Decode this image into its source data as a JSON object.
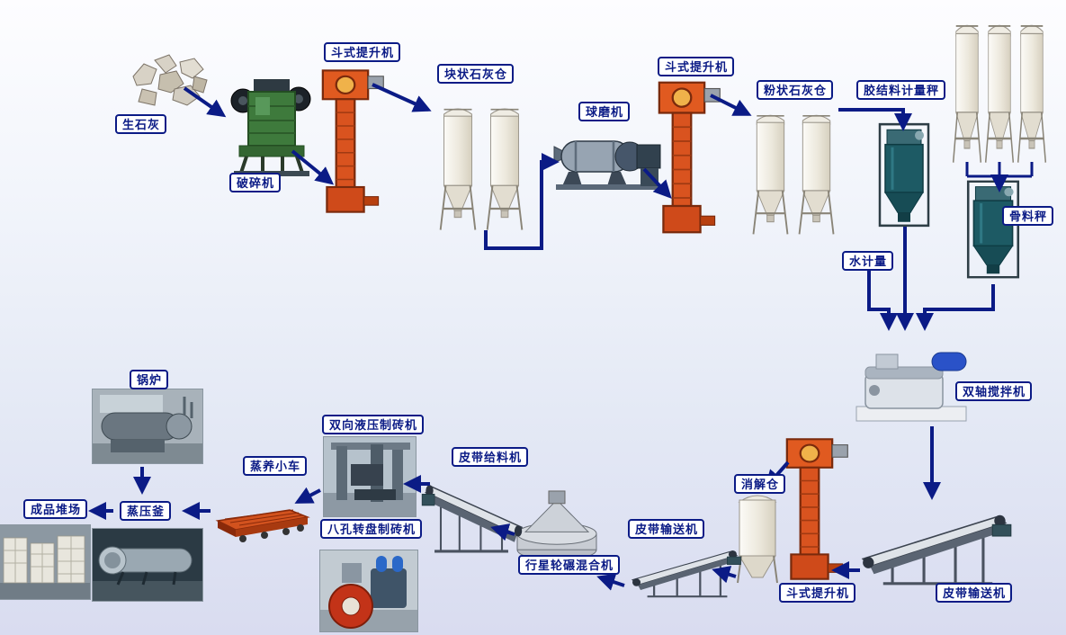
{
  "colors": {
    "arrow-color": "#0b1b86",
    "label-border": "#0b1b86",
    "label-text": "#0b1b86",
    "label-bg": "#ffffff"
  },
  "labels": {
    "quicklime": "生石灰",
    "crusher": "破碎机",
    "bucket_elevator_1": "斗式提升机",
    "lump_lime_silo": "块状石灰仓",
    "ball_mill": "球磨机",
    "bucket_elevator_2": "斗式提升机",
    "powder_lime_silo": "粉状石灰仓",
    "binder_metering_scale": "胶结料计量秤",
    "aggregate_scale": "骨料秤",
    "water_metering": "水计量",
    "twin_shaft_mixer": "双轴搅拌机",
    "belt_conveyor_right": "皮带输送机",
    "bucket_elevator_3": "斗式提升机",
    "digestion_silo": "消解仓",
    "belt_conveyor_mid": "皮带输送机",
    "planetary_mixer": "行星轮碾混合机",
    "belt_feeder": "皮带给料机",
    "hydraulic_brick_machine": "双向液压制砖机",
    "rotary_brick_machine": "八孔转盘制砖机",
    "steam_curing_cart": "蒸养小车",
    "autoclave": "蒸压釜",
    "boiler": "锅炉",
    "product_yard": "成品堆场"
  }
}
